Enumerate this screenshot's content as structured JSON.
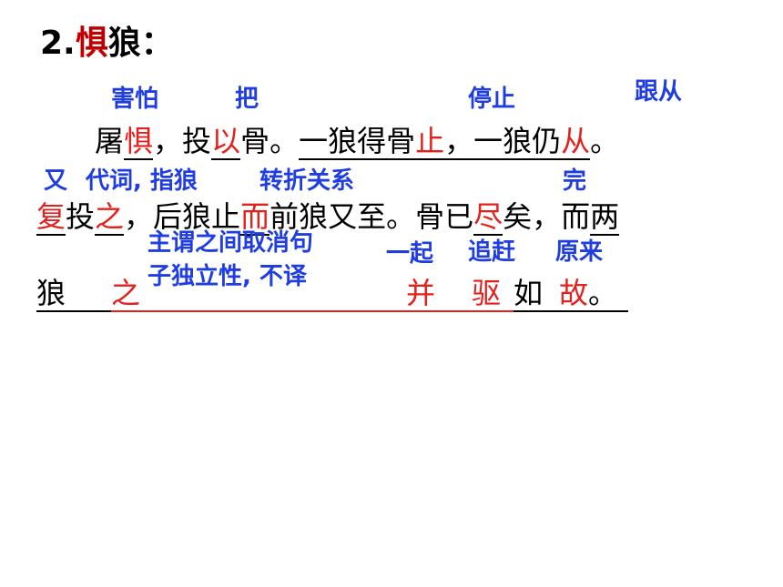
{
  "title": {
    "number": "2.",
    "highlight": "惧",
    "rest": "狼："
  },
  "notes": {
    "hai_pa": "害怕",
    "ba": "把",
    "ting_zhi": "停止",
    "gen_cong": "跟从",
    "you": "又",
    "dai_ci": "代词, 指狼",
    "zhuan_zhe": "转折关系",
    "wan": "完",
    "zhu_wei_1": "主谓之间取消句",
    "zhu_wei_2": "子独立性, 不译",
    "yi_qi": "一起",
    "zhui_gan": "追赶",
    "yuan_lai": "原来"
  },
  "line1": {
    "p1": "屠",
    "k1": "惧",
    "p2": "，投",
    "k2": "以",
    "p3": "骨。",
    "u1": "一狼得骨",
    "k3": "止",
    "u2": "，一狼仍",
    "k4": "从",
    "p4": "。"
  },
  "line2": {
    "k1": "复",
    "p1": "投",
    "k2": "之",
    "p2": "，后狼止",
    "k3": "而",
    "p3": "前狼又至。骨已",
    "k4": "尽",
    "p4": "矣，而",
    "u1": "两"
  },
  "line3": {
    "p1": "狼",
    "k1": "之",
    "k2": "并",
    "k3": "驱",
    "p2": "如",
    "k4": "故",
    "p3": "。"
  },
  "colors": {
    "title_highlight": "#c00000",
    "keyword": "#e5201c",
    "annotation": "#1f3de0"
  }
}
